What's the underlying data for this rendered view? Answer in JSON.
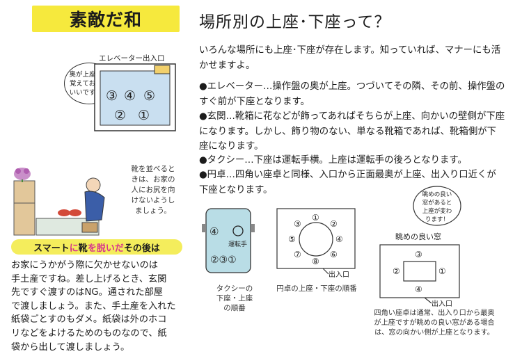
{
  "header": {
    "brand": "素敵だ和",
    "title": "場所別の上座･下座って？"
  },
  "intro": "いろんな場所にも上座･下座が存在します。知っていれば、マナーにも活かせますよ。",
  "items": [
    "●エレベーター…操作盤の奥が上座。つづいてその隣、その前、操作盤のすぐ前が下座となります。",
    "●玄関…靴箱に花などが飾ってあればそちらが上座、向かいの壁側が下座になります。しかし、飾り物のない、単なる靴箱であれば、靴箱側が下座になります。",
    "●タクシー…下座は運転手横。上座は運転手の後ろとなります。",
    "●円卓…四角い座卓と同様、入口から正面最奥が上座、出入り口近くが下座となります。"
  ],
  "elevator": {
    "label": "エレベーター出入口",
    "bubble_lines": [
      "奥が上座！と",
      "覚えておくと",
      "いいですね！"
    ],
    "seats_row1": [
      "③",
      "④",
      "⑤"
    ],
    "seats_row2": [
      "②",
      "①"
    ]
  },
  "entrance": {
    "note_lines": [
      "靴を並べると",
      "きは、お家の",
      "人にお尻を向",
      "けないようし",
      "ましょう。"
    ]
  },
  "smart": {
    "heading_pre": "スマート",
    "heading_hl1": "に",
    "heading_mid": "靴",
    "heading_hl2": "を脱いだ",
    "heading_post": "その後は",
    "lines": [
      "お家にうかがう際に欠かせないのは",
      "手土産ですね。差し上げるとき、玄関",
      "先ですぐ渡すのはNG。通された部屋",
      "で渡しましょう。また、手土産を入れた",
      "紙袋ごとすのもダメ。紙袋は外のホコ",
      "リなどをよけるためのものなので、紙",
      "袋から出して渡しましょう。"
    ]
  },
  "taxi": {
    "driver_label": "運転手",
    "seat_front": "④",
    "seats_back": "②③①",
    "caption_lines": [
      "タクシーの",
      "下座・上座",
      "の順番"
    ]
  },
  "round_table": {
    "seats": [
      "①",
      "②",
      "③",
      "④",
      "⑤",
      "⑥",
      "⑦",
      "⑧"
    ],
    "entrance_label": "出入口",
    "caption": "円卓の上座・下座の順番"
  },
  "square_table": {
    "window_label": "眺めの良い窓",
    "bubble_lines": [
      "眺めの良い",
      "窓があると",
      "上座が変わ",
      "ります！"
    ],
    "seats": [
      "③",
      "②",
      "①",
      "④"
    ],
    "entrance_label": "出入口",
    "caption_lines": [
      "四角い座卓は通常、出入り口から最奥",
      "が上座ですが眺めの良い窓がある場合",
      "は、窓の向かい側が上座となります。"
    ]
  },
  "colors": {
    "brand_bg": "#f6e93d",
    "highlight": "#d6338e",
    "elevator_fill": "#c9dff0",
    "taxi_fill": "#b9dde6"
  }
}
